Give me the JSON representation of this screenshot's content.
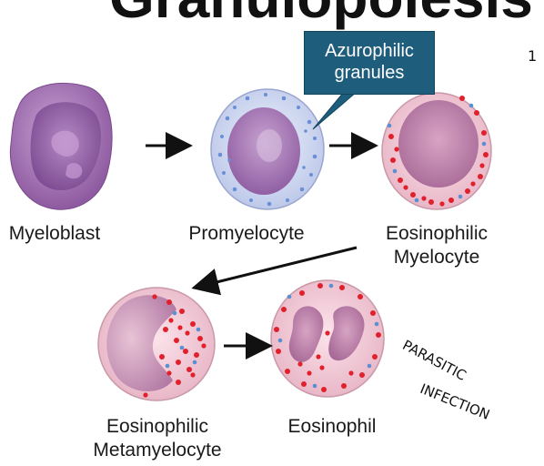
{
  "title": "Granulopoiesis",
  "page_marker": "1",
  "callout": {
    "line1": "Azurophilic",
    "line2": "granules"
  },
  "cells": {
    "myeloblast": "Myeloblast",
    "promyelocyte": "Promyelocyte",
    "eos_myelocyte_1": "Eosinophilic",
    "eos_myelocyte_2": "Myelocyte",
    "eos_metamyelocyte_1": "Eosinophilic",
    "eos_metamyelocyte_2": "Metamyelocyte",
    "eosinophil": "Eosinophil"
  },
  "handwritten_note": {
    "line1": "PARASITIC",
    "line2": "INFECTION"
  },
  "colors": {
    "callout": "#1f5d7c",
    "granule_red": "#e2202c",
    "granule_blue": "#5a8fd0",
    "nucleus": "#9a58a8"
  }
}
